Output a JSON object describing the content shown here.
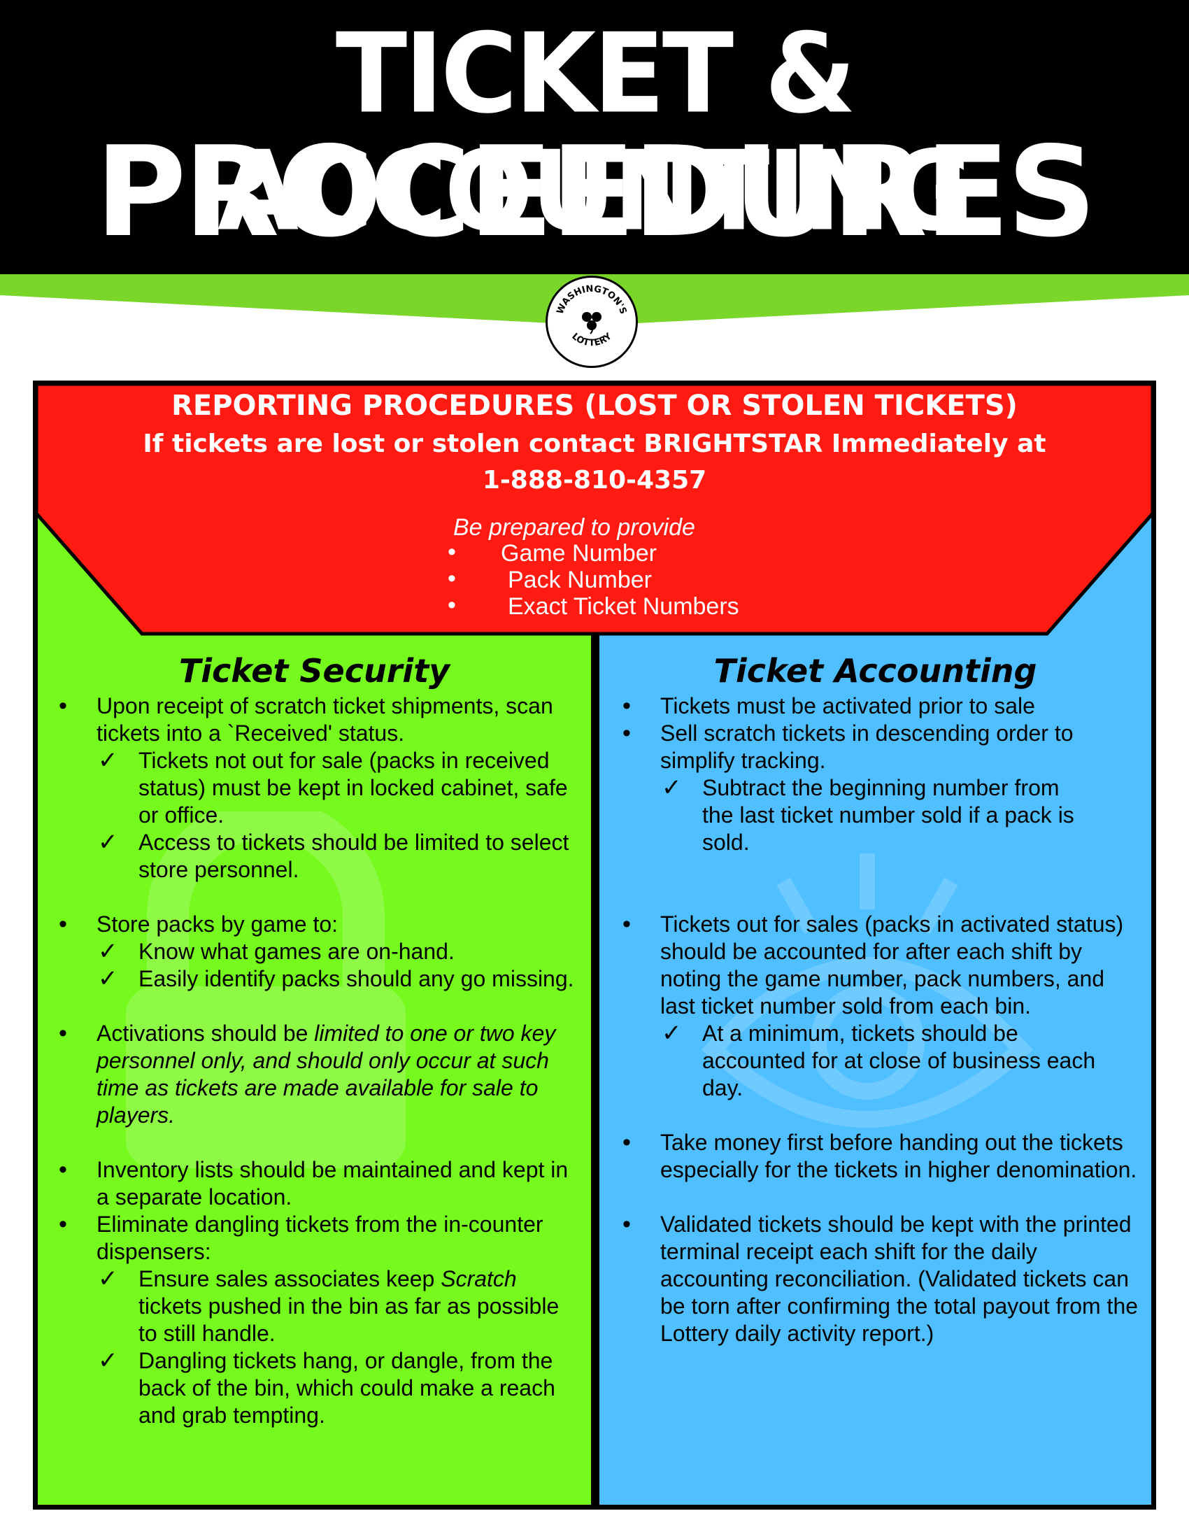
{
  "header": {
    "title_line1": "TICKET & ACCOUNTING",
    "title_line2": "PROCEEDURES"
  },
  "logo": {
    "text_top": "WASHINGTON'S",
    "text_bottom": "LOTTERY",
    "icon": "clover-icon"
  },
  "reporting": {
    "title": "REPORTING PROCEDURES (LOST OR STOLEN TICKETS)",
    "line": "If tickets are lost or stolen contact BRIGHTSTAR Immediately at",
    "phone": "1-888-810-4357",
    "prepare_label": "Be prepared to provide",
    "items": [
      "Game Number",
      "Pack Number",
      "Exact Ticket Numbers"
    ]
  },
  "security": {
    "title": "Ticket Security",
    "bullets": [
      {
        "text": "Upon receipt of scratch ticket shipments, scan tickets into a `Received' status.",
        "checks": [
          "Tickets not out for sale (packs in received status) must be kept in locked cabinet, safe or office.",
          "Access to tickets should be limited to select store personnel."
        ]
      },
      {
        "text": "Store packs by game to:",
        "checks": [
          "Know what games are on-hand.",
          "Easily identify packs should any go missing."
        ]
      },
      {
        "text_plain": "Activations should be ",
        "text_italic": "limited to one or two key personnel only, and should only occur at such time as tickets are made available for sale to players."
      },
      {
        "text": "Inventory lists should be maintained and kept in a separate location."
      },
      {
        "text": "Eliminate dangling tickets from the in-counter dispensers:",
        "checks": [
          {
            "plain": "Ensure sales associates keep ",
            "italic": "Scratch",
            "rest": " tickets pushed in  the bin as far as possible to still handle."
          },
          "Dangling tickets hang, or dangle, from the back of the bin, which could make a reach and grab tempting."
        ]
      }
    ]
  },
  "accounting": {
    "title": "Ticket Accounting",
    "bullets": [
      {
        "text": "Tickets must be activated prior to sale"
      },
      {
        "text": "Sell scratch tickets in descending order to simplify tracking.",
        "checks": [
          "Subtract the beginning number from the last ticket number sold if a pack is sold."
        ]
      },
      {
        "text": "Tickets out for sales (packs in activated status) should be accounted for after each shift by noting the game number, pack numbers, and last ticket number sold from each bin.",
        "checks": [
          "At a minimum, tickets should be accounted for at close of business each day."
        ]
      },
      {
        "text": "Take money first before handing out the tickets especially for the tickets in higher denomination."
      },
      {
        "text": "Validated tickets should be kept with the printed terminal receipt each shift for the daily accounting reconciliation. (Validated tickets can be torn after confirming the total payout from the Lottery daily activity report.)"
      }
    ]
  },
  "colors": {
    "header_bg": "#000000",
    "accent_green": "#7bd62a",
    "red_banner": "#ff1a12",
    "security_bg": "#76fa1d",
    "accounting_bg": "#4fbfff"
  },
  "glyphs": {
    "bullet": "•",
    "check": "✓"
  }
}
